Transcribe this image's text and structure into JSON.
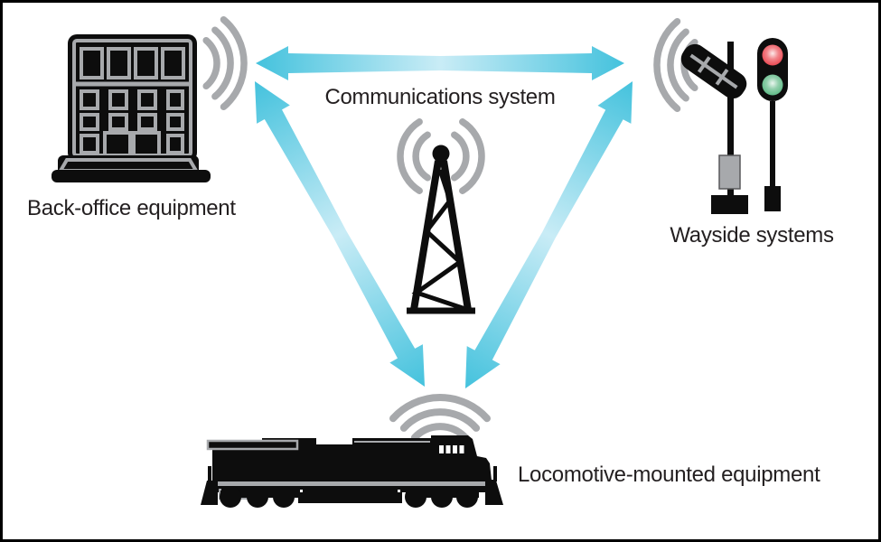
{
  "nodes": [
    {
      "id": "back-office",
      "label": "Back-office equipment",
      "icon": "office-building-icon"
    },
    {
      "id": "communications",
      "label": "Communications system",
      "icon": "radio-tower-icon"
    },
    {
      "id": "wayside",
      "label": "Wayside systems",
      "icon": "wayside-signal-icon"
    },
    {
      "id": "locomotive",
      "label": "Locomotive-mounted equipment",
      "icon": "locomotive-icon"
    }
  ],
  "connections": [
    {
      "from": "back-office",
      "to": "wayside",
      "style": "bidirectional-arrow"
    },
    {
      "from": "back-office",
      "to": "locomotive",
      "style": "bidirectional-arrow"
    },
    {
      "from": "wayside",
      "to": "locomotive",
      "style": "bidirectional-arrow"
    }
  ],
  "colors": {
    "arrow": "#44c2dd",
    "arrow_fade": "#c9ecf6",
    "wave_gray": "#a7a9ac",
    "icon_black": "#0d0d0d",
    "signal_red": "#e8414b",
    "signal_green": "#57b781",
    "text": "#231f20",
    "background": "#ffffff",
    "frame_border": "#000000"
  }
}
